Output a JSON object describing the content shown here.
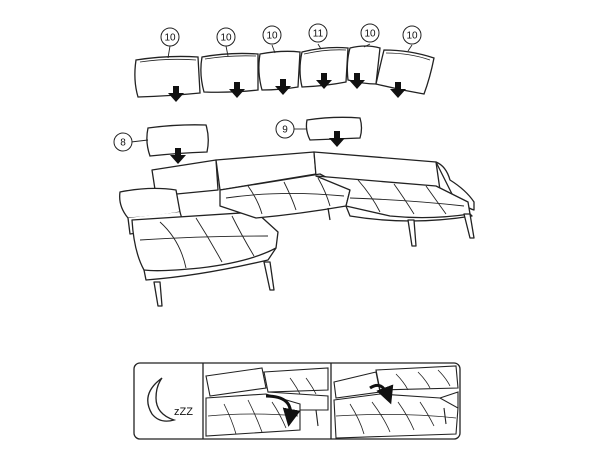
{
  "assembly_diagram": {
    "cushion_callouts": [
      "10",
      "10",
      "10",
      "11",
      "10",
      "10"
    ],
    "armrest_callouts": {
      "left": "8",
      "right": "9"
    }
  },
  "sleep_panel": {
    "icon": "moon-icon",
    "label": "zZZ",
    "step_icons": [
      "curved-arrow-down-icon",
      "curved-arrow-down-icon"
    ]
  }
}
